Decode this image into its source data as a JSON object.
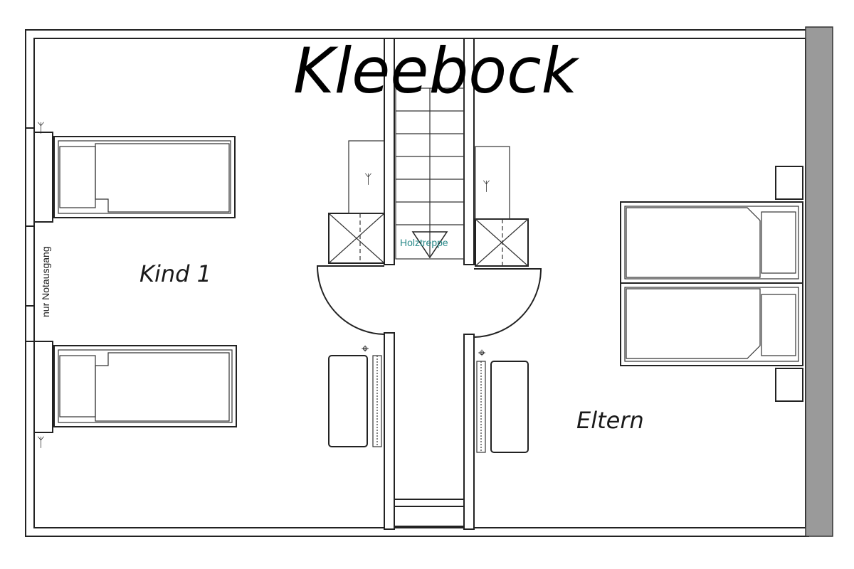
{
  "title": "Kleebock",
  "rooms": {
    "left": "Kind 1",
    "right": "Eltern"
  },
  "stair_label": "Holztreppe",
  "emergency_exit_label": "nur Notausgang",
  "colors": {
    "walls": "#222222",
    "exterior_wall_fill": "#9a9a9a",
    "stair_label": "#2a8a8a"
  }
}
